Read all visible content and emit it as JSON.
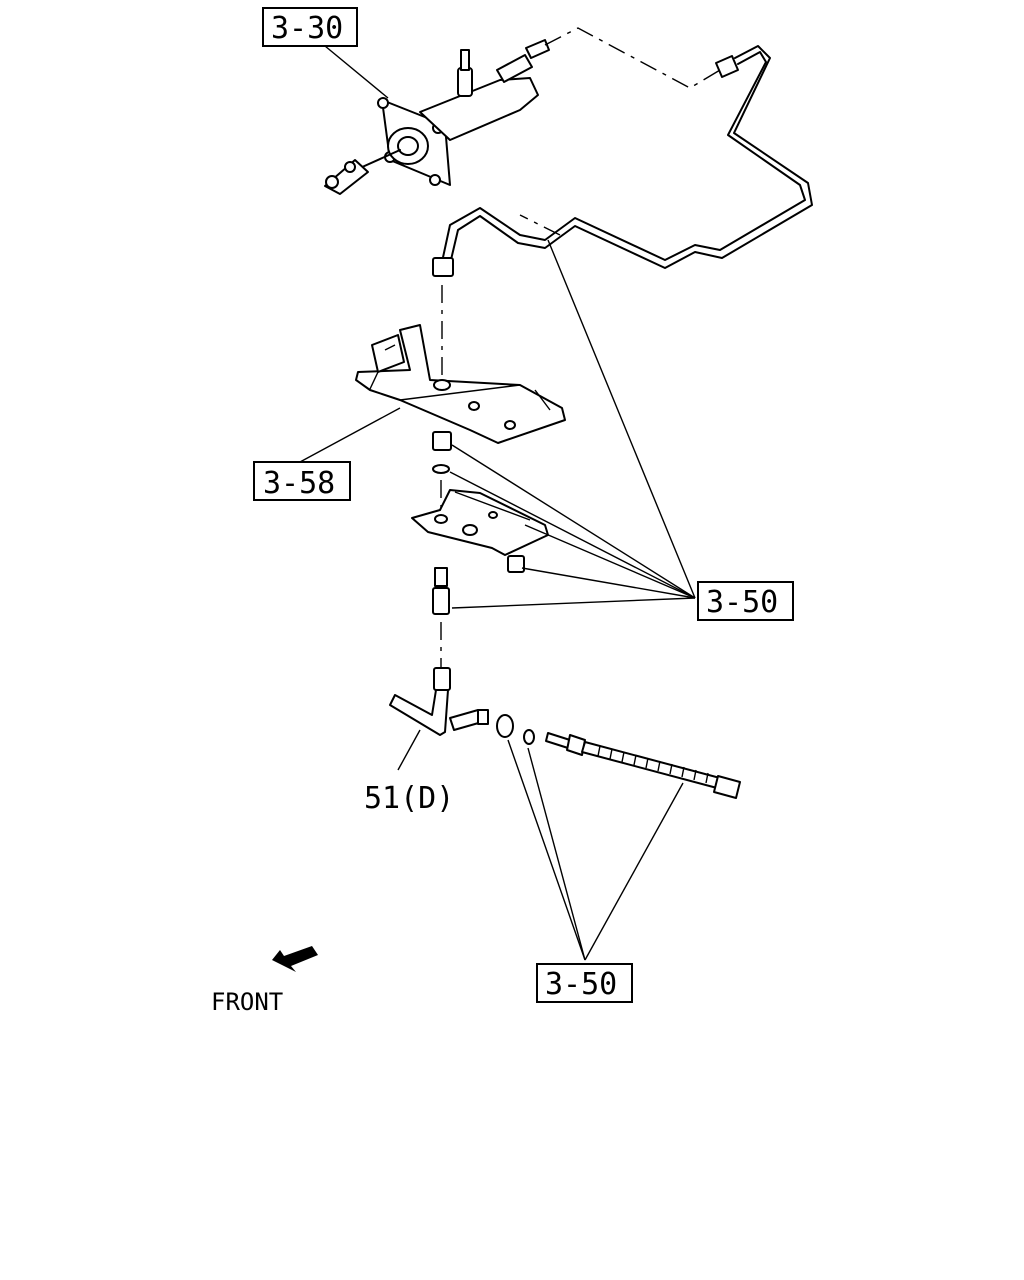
{
  "labels": {
    "master_cylinder_ref": "3-30",
    "bracket_ref": "3-58",
    "hardware_ref_upper": "3-50",
    "hardware_ref_lower": "3-50",
    "hose_ref": "51(D)",
    "front": "FRONT"
  },
  "icons": {
    "front_arrow": "arrow-down-left-icon"
  }
}
